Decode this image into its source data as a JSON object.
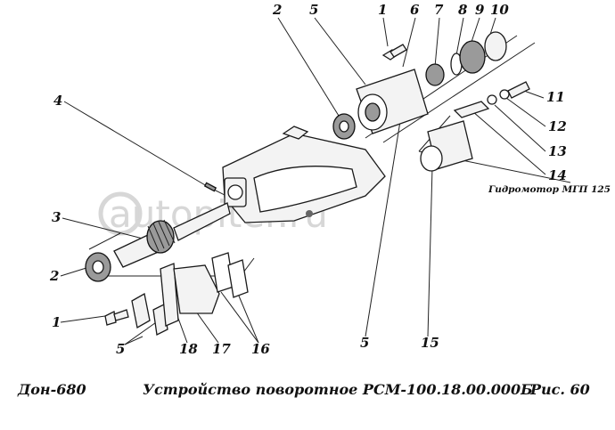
{
  "watermark": "autopiter.ru",
  "motor_label": "Гидромотор МГП 125",
  "callouts": [
    "1",
    "2",
    "3",
    "4",
    "5",
    "6",
    "7",
    "8",
    "9",
    "10",
    "11",
    "12",
    "13",
    "14",
    "15",
    "16",
    "17",
    "18"
  ],
  "footer": {
    "model": "Дон-680",
    "title": "Устройство поворотное РСМ-100.18.00.000Б",
    "figure": "Рис.   60"
  }
}
